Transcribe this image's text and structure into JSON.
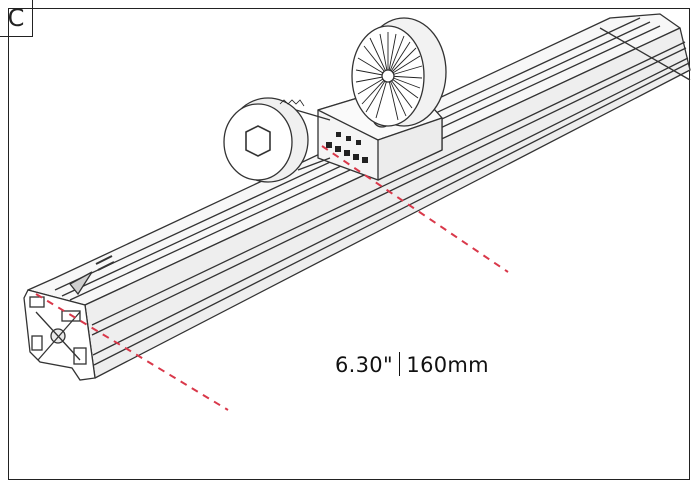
{
  "step": {
    "letter": "C"
  },
  "measurement": {
    "imperial": "6.30\"",
    "metric": "160mm"
  },
  "colors": {
    "guide_line": "#d9384a",
    "outline": "#333333",
    "profile_fill": "#f4f4f4"
  }
}
